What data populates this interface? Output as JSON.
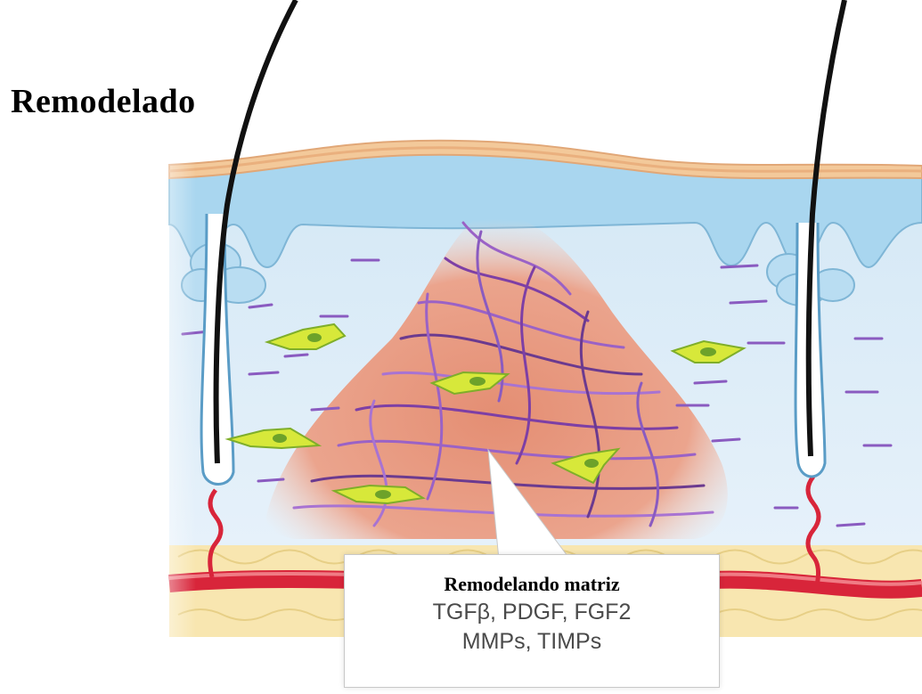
{
  "title": "Remodelado",
  "callout": {
    "title": "Remodelando matriz",
    "lines": [
      "TGFβ, PDGF, FGF2",
      "MMPs, TIMPs"
    ]
  },
  "colors": {
    "epidermis": "#f3c99a",
    "basal_layer": "#a9d6ef",
    "dermis": "#dfeef8",
    "scar": "#e9a088",
    "fiber": "#8a5bc0",
    "fibroblast": "#d7e83a",
    "vessel": "#d8253a",
    "fat": "#f7e3a8",
    "hair": "#111111"
  },
  "icons": [
    "hair-follicle-icon",
    "fibroblast-cell-icon",
    "blood-vessel-icon",
    "collagen-fiber-icon"
  ]
}
